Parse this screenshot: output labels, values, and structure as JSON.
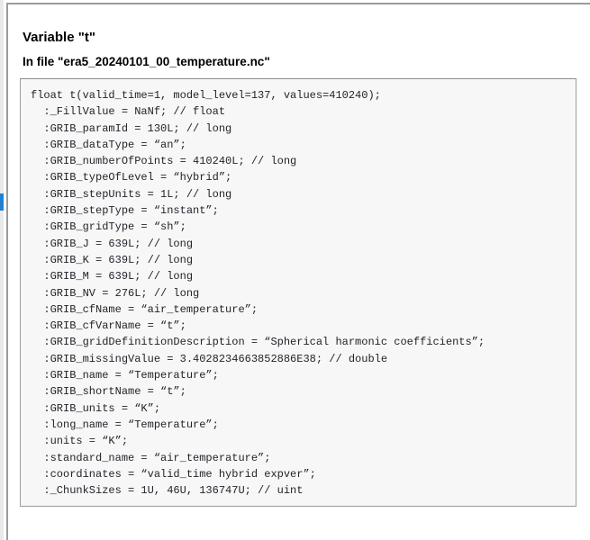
{
  "header": {
    "title": "Variable \"t\"",
    "subtitle": "In file \"era5_20240101_00_temperature.nc\""
  },
  "scrollbar": {
    "thumb_color": "#2180d0",
    "track_color": "#e9e9e9"
  },
  "frame": {
    "border_color": "#9b9b9b"
  },
  "code": {
    "box_background": "#f7f7f7",
    "box_border_color": "#9c9c9c",
    "lines": [
      "float t(valid_time=1, model_level=137, values=410240);",
      "  :_FillValue = NaNf; // float",
      "  :GRIB_paramId = 130L; // long",
      "  :GRIB_dataType = “an”;",
      "  :GRIB_numberOfPoints = 410240L; // long",
      "  :GRIB_typeOfLevel = “hybrid”;",
      "  :GRIB_stepUnits = 1L; // long",
      "  :GRIB_stepType = “instant”;",
      "  :GRIB_gridType = “sh”;",
      "  :GRIB_J = 639L; // long",
      "  :GRIB_K = 639L; // long",
      "  :GRIB_M = 639L; // long",
      "  :GRIB_NV = 276L; // long",
      "  :GRIB_cfName = “air_temperature”;",
      "  :GRIB_cfVarName = “t”;",
      "  :GRIB_gridDefinitionDescription = “Spherical harmonic coefficients”;",
      "  :GRIB_missingValue = 3.4028234663852886E38; // double",
      "  :GRIB_name = “Temperature”;",
      "  :GRIB_shortName = “t”;",
      "  :GRIB_units = “K”;",
      "  :long_name = “Temperature”;",
      "  :units = “K”;",
      "  :standard_name = “air_temperature”;",
      "  :coordinates = “valid_time hybrid expver”;",
      "  :_ChunkSizes = 1U, 46U, 136747U; // uint"
    ]
  }
}
